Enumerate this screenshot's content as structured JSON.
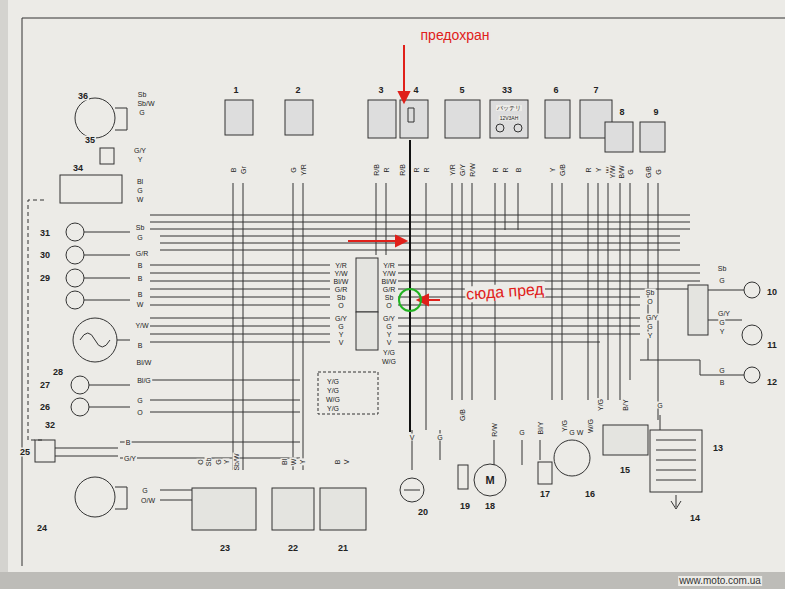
{
  "diagram": {
    "labels": [
      "предохран",
      "сюда пред",
      "36",
      "1",
      "2",
      "3",
      "4",
      "5",
      "33",
      "6",
      "7",
      "8",
      "9",
      "バッテリ",
      "12V3AH",
      "Sb",
      "Sb/W",
      "G",
      "35",
      "G/Y",
      "Y",
      "34",
      "Bl",
      "G",
      "W",
      "31",
      "Sb",
      "G",
      "30",
      "G/R",
      "B",
      "29",
      "B",
      "B",
      "W",
      "28",
      "Y/W",
      "B",
      "Bl/W",
      "27",
      "Bl/G",
      "26",
      "G",
      "O",
      "32",
      "25",
      "B",
      "G/Y",
      "24",
      "G",
      "O/W",
      "Y/R",
      "Y/W",
      "Bl/W",
      "G/R",
      "Sb",
      "O",
      "Y/R",
      "Y/W",
      "Bl/W",
      "G/R",
      "Sb",
      "O",
      "G/Y",
      "G",
      "Y",
      "V",
      "G/Y",
      "G",
      "Y",
      "V",
      "Y/G",
      "W/G",
      "Y/G",
      "Y/G",
      "W/G",
      "Y/G",
      "B",
      "Gr",
      "G",
      "Y/R",
      "R/B",
      "R",
      "R/B",
      "R",
      "R",
      "Y/R",
      "G/Y",
      "R/W",
      "R",
      "R",
      "B",
      "Y",
      "G/B",
      "R",
      "Y",
      "W",
      "Y/W",
      "B/W",
      "G",
      "G/B",
      "G",
      "Sb",
      "O",
      "G/Y",
      "G",
      "Y",
      "10",
      "Sb",
      "G",
      "11",
      "G/Y",
      "G",
      "Y",
      "12",
      "G",
      "B",
      "V",
      "G",
      "G/B",
      "R/W",
      "G",
      "Bl/Y",
      "Y/G",
      "G",
      "W",
      "W/G",
      "Y/G",
      "B/Y",
      "G",
      "13",
      "14",
      "15",
      "16",
      "17",
      "18",
      "19",
      "20",
      "21",
      "22",
      "23",
      "M",
      "O",
      "Sb",
      "G",
      "Y",
      "Sb/W",
      "Bl",
      "W",
      "Y",
      "B",
      "V",
      "www.moto.com.ua"
    ]
  }
}
